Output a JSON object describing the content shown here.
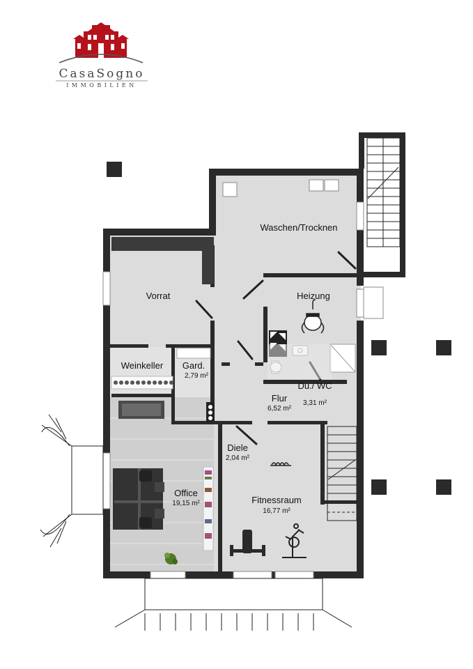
{
  "logo": {
    "brand_line1": "CasaSogno",
    "brand_line2": "IMMOBILIEN",
    "brand_color": "#b5121b"
  },
  "rooms": [
    {
      "id": "waschen",
      "name": "Waschen/Trocknen",
      "area": ""
    },
    {
      "id": "vorrat",
      "name": "Vorrat",
      "area": ""
    },
    {
      "id": "heizung",
      "name": "Heizung",
      "area": ""
    },
    {
      "id": "weinkeller",
      "name": "Weinkeller",
      "area": ""
    },
    {
      "id": "gard",
      "name": "Gard.",
      "area": "2,79 m²"
    },
    {
      "id": "duwc",
      "name": "Du./ WC",
      "area": "3,31 m²"
    },
    {
      "id": "flur",
      "name": "Flur",
      "area": "6,52 m²"
    },
    {
      "id": "diele",
      "name": "Diele",
      "area": "2,04 m²"
    },
    {
      "id": "office",
      "name": "Office",
      "area": "19,15 m²"
    },
    {
      "id": "fitness",
      "name": "Fitnessraum",
      "area": "16,77 m²"
    }
  ],
  "colors": {
    "wall": "#2a2a2a",
    "floor": "#dcdcdc",
    "office_floor": "#cfcfcf",
    "window": "#ffffff"
  },
  "icons": [
    "house-logo-icon",
    "boiler-icon",
    "shower-icon",
    "toilet-icon",
    "sink-icon",
    "desk-icon",
    "sofa-icon",
    "exercise-bike-icon",
    "weight-bench-icon",
    "plant-icon",
    "radiator-icon",
    "staircase-icon"
  ]
}
